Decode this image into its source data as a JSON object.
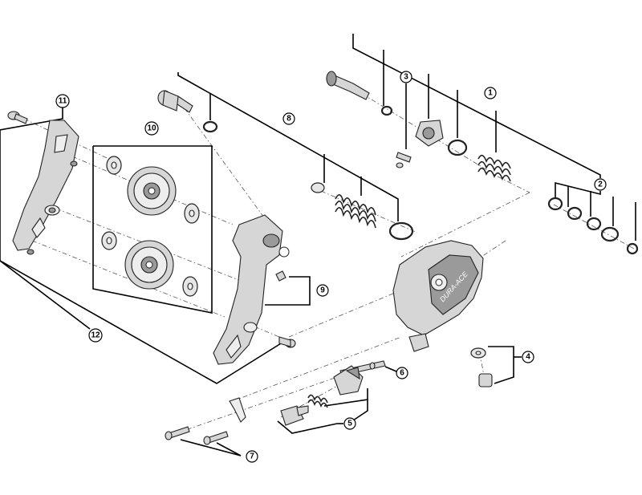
{
  "callouts": {
    "c1": "1",
    "c2": "2",
    "c3": "3",
    "c4": "4",
    "c5": "5",
    "c6": "6",
    "c7": "7",
    "c8": "8",
    "c9": "9",
    "c10": "10",
    "c11": "11",
    "c12": "12"
  },
  "logo_text": "DURA-ACE"
}
